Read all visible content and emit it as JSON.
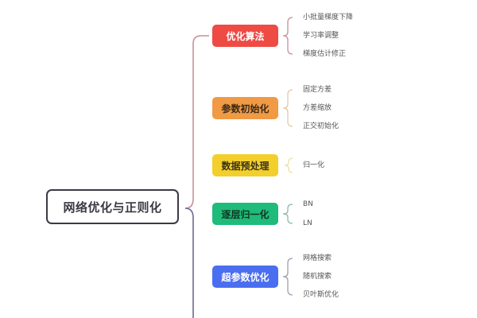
{
  "root": {
    "label": "网络优化与正则化"
  },
  "colors": {
    "root_border": "#3a3a44",
    "upper_bracket": "#c98f95",
    "lower_bracket": "#6b6a8e"
  },
  "branches": [
    {
      "label": "优化算法",
      "bg": "#ee4b45",
      "fg": "#ffffff",
      "bracket": "#c98f95",
      "leaves": [
        "小批量梯度下降",
        "学习率调整",
        "梯度估计修正"
      ]
    },
    {
      "label": "参数初始化",
      "bg": "#f09a45",
      "fg": "#3a2a18",
      "bracket": "#e3c9a8",
      "leaves": [
        "固定方差",
        "方差缩放",
        "正交初始化"
      ]
    },
    {
      "label": "数据预处理",
      "bg": "#f3cf2c",
      "fg": "#3a3218",
      "bracket": "#efe0a0",
      "leaves": [
        "归一化"
      ]
    },
    {
      "label": "逐层归一化",
      "bg": "#1fbb7a",
      "fg": "#123322",
      "bracket": "#8fb9a6",
      "leaves": [
        "BN",
        "LN"
      ]
    },
    {
      "label": "超参数优化",
      "bg": "#4a6ef0",
      "fg": "#ffffff",
      "bracket": "#9ea0ad",
      "leaves": [
        "网格搜索",
        "随机搜索",
        "贝叶斯优化"
      ]
    }
  ]
}
